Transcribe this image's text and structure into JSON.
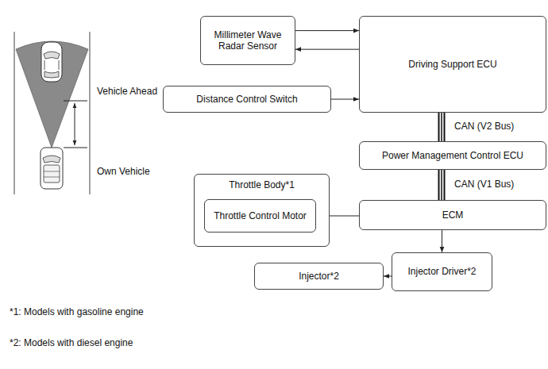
{
  "diagram": {
    "nodes": [
      {
        "text": [
          "Millimeter Wave Radar Sensor"
        ]
      },
      {
        "text": [
          "Driving Support ECU"
        ]
      },
      {
        "text": [
          "Distance Control Switch"
        ]
      },
      {
        "text": [
          "Power Management Control ECU"
        ]
      },
      {
        "text": [
          "Throttle Body*1"
        ]
      },
      {
        "text": [
          "Throttle Control Motor"
        ],
        "in": 4
      },
      {
        "text": [
          "ECM"
        ]
      },
      {
        "text": [
          "Injector*2"
        ]
      },
      {
        "text": [
          "Injector Driver*2"
        ]
      }
    ],
    "edges": [
      {
        "from": 0,
        "to": 1,
        "arrow": "to"
      },
      {
        "from": 1,
        "to": 0,
        "arrow": "to"
      },
      {
        "from": 2,
        "to": 1,
        "arrow": "to"
      },
      {
        "from": 1,
        "to": 3,
        "label": "CAN (V2 Bus)",
        "arrow": "none"
      },
      {
        "from": 3,
        "to": 6,
        "label": "CAN (V1 Bus)",
        "arrow": "none"
      },
      {
        "from": 6,
        "to": 5,
        "arrow": "to"
      },
      {
        "from": 6,
        "to": 8,
        "arrow": "to"
      },
      {
        "from": 8,
        "to": 7,
        "arrow": "to"
      }
    ],
    "labels": [
      "Vehicle Ahead",
      "Own Vehicle",
      "*1: Models with gasoline engine",
      "*2: Models with diesel engine"
    ]
  }
}
